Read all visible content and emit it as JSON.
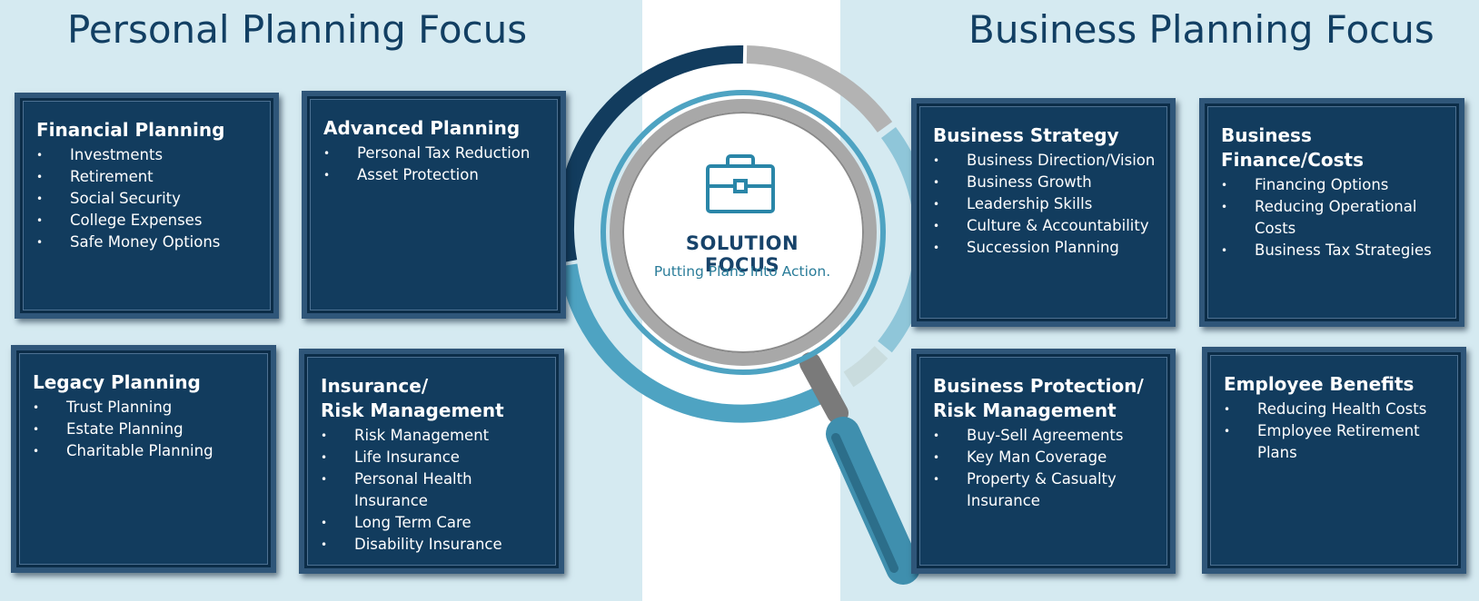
{
  "headings": {
    "personal": "Personal Planning Focus",
    "business": "Business Planning Focus"
  },
  "center": {
    "title": "SOLUTION FOCUS",
    "subtitle": "Putting Plans Into Action.",
    "icon": "briefcase-icon"
  },
  "colors": {
    "page_background": "#d5eaf1",
    "box_fill": "#123c5e",
    "heading_text": "#123f63",
    "ring_dark": "#123c5e",
    "ring_teal": "#4ea3c2",
    "ring_gray": "#b3b3b3"
  },
  "boxes": {
    "financial": {
      "title": "Financial Planning",
      "items": [
        "Investments",
        "Retirement",
        "Social Security",
        "College Expenses",
        "Safe Money Options"
      ]
    },
    "advanced": {
      "title": "Advanced Planning",
      "items": [
        "Personal Tax Reduction",
        "Asset Protection"
      ]
    },
    "legacy": {
      "title": "Legacy Planning",
      "items": [
        "Trust Planning",
        "Estate Planning",
        "Charitable Planning"
      ]
    },
    "insurance": {
      "title": "Insurance/\nRisk Management",
      "items": [
        "Risk Management",
        "Life Insurance",
        "Personal Health Insurance",
        "Long Term Care",
        "Disability Insurance"
      ]
    },
    "strategy": {
      "title": "Business Strategy",
      "items": [
        "Business Direction/Vision",
        "Business Growth",
        "Leadership Skills",
        "Culture & Accountability",
        "Succession Planning"
      ]
    },
    "finance_costs": {
      "title": "Business Finance/Costs",
      "items": [
        "Financing Options",
        "Reducing Operational Costs",
        "Business Tax Strategies"
      ]
    },
    "protection": {
      "title": "Business Protection/\nRisk Management",
      "items": [
        "Buy-Sell Agreements",
        "Key Man Coverage",
        "Property & Casualty Insurance"
      ]
    },
    "employee": {
      "title": "Employee Benefits",
      "items": [
        "Reducing Health Costs",
        "Employee Retirement Plans"
      ]
    }
  }
}
